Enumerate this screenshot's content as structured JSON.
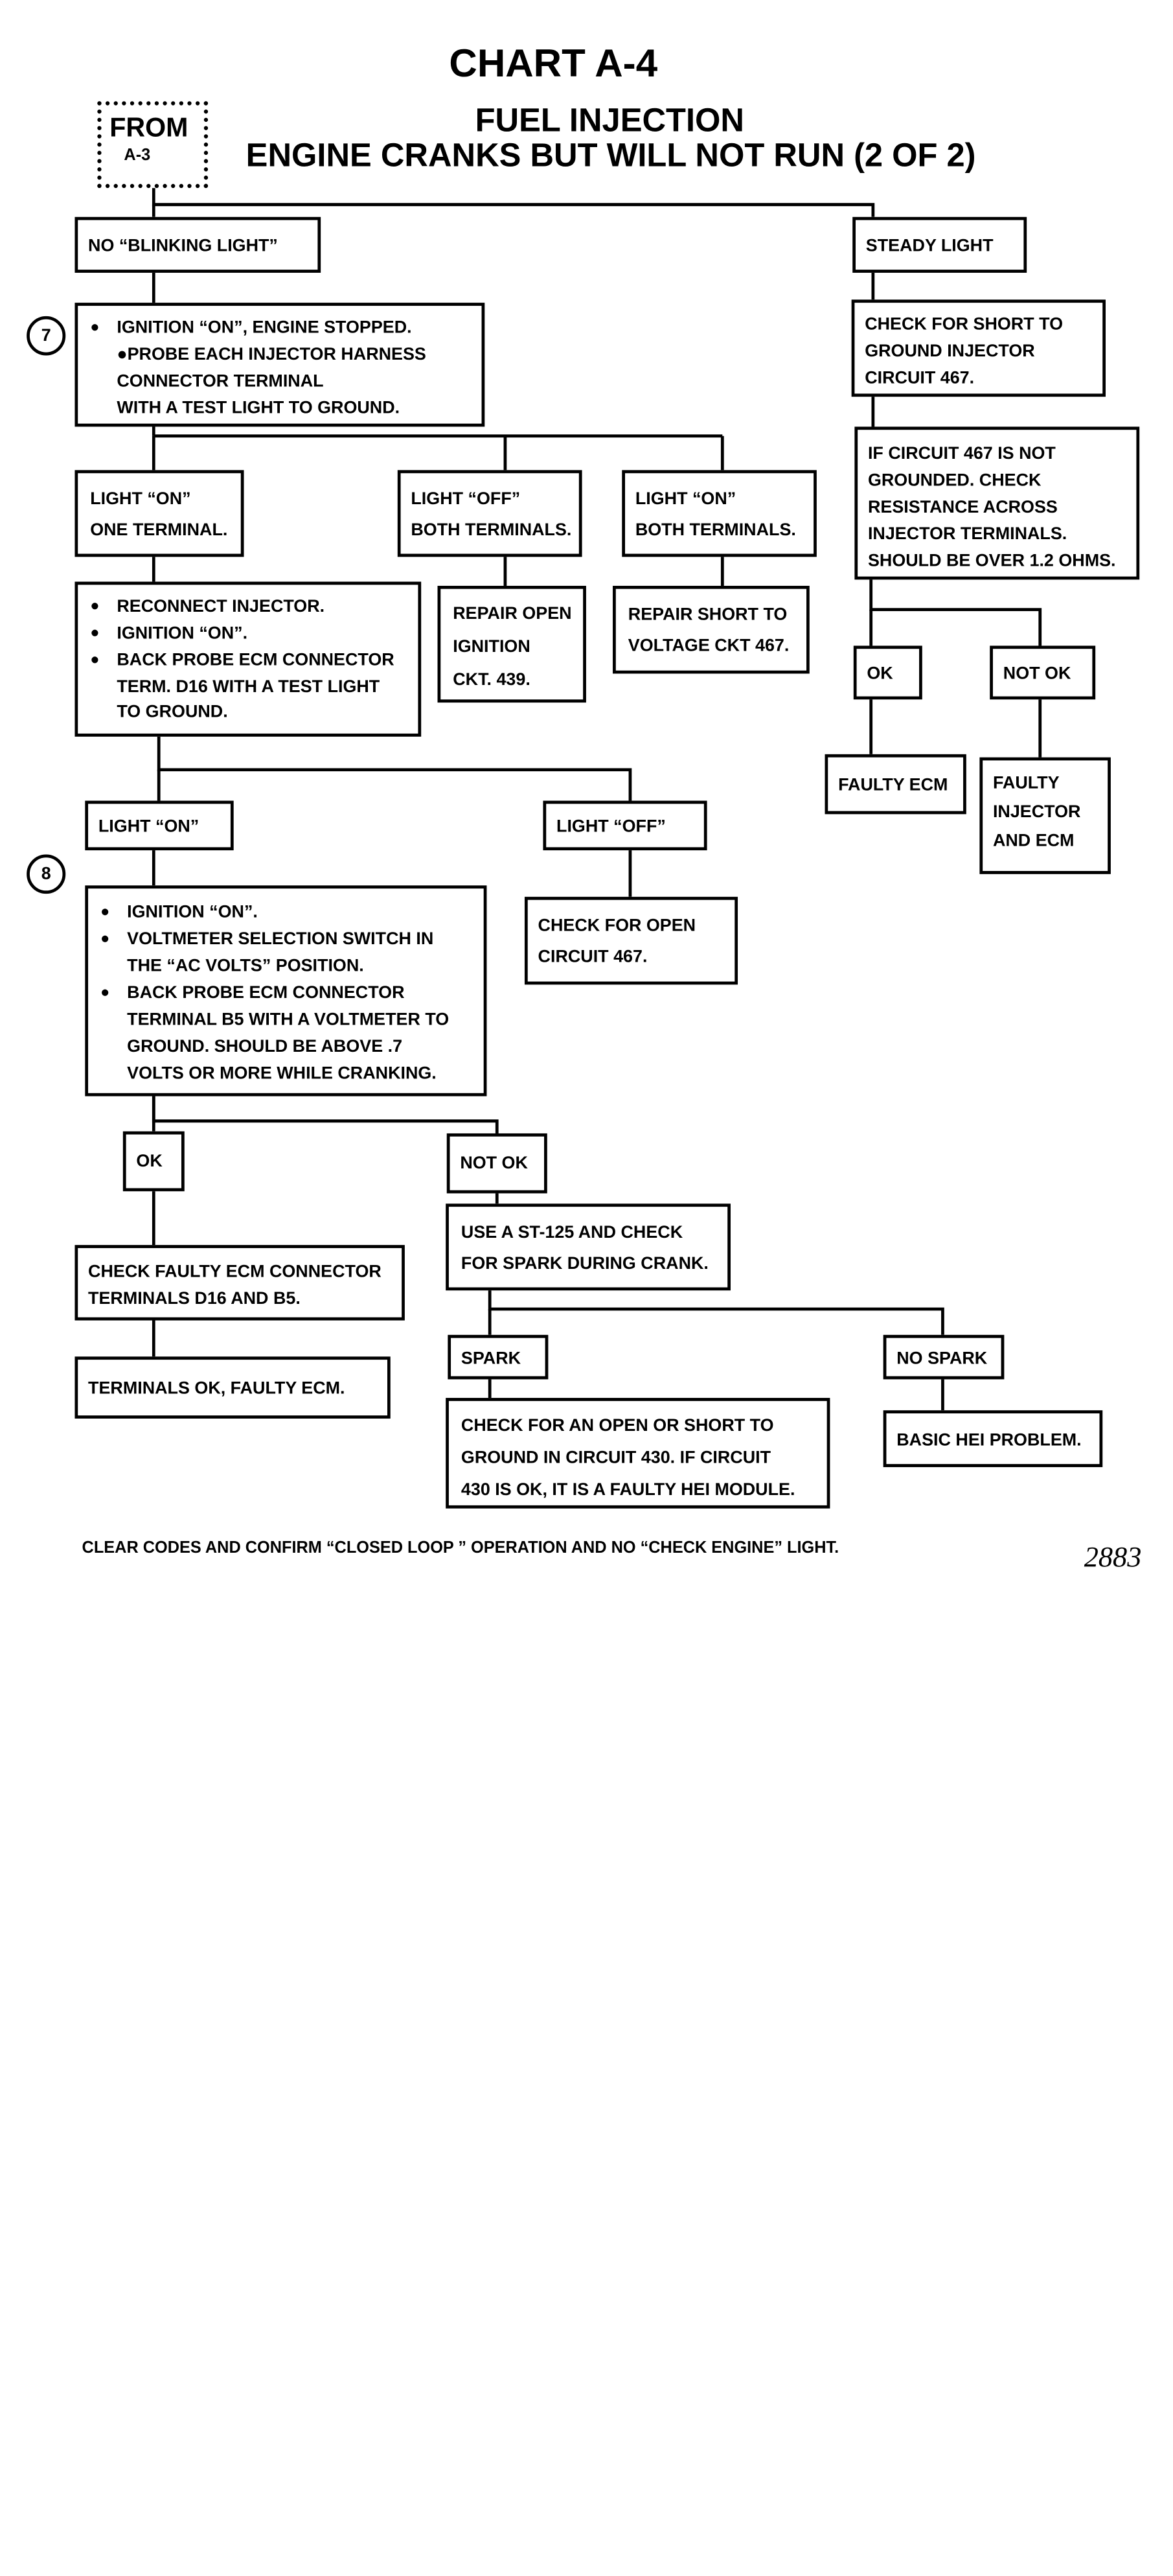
{
  "header": {
    "chart_title": "CHART A-4",
    "title_line1": "FUEL INJECTION",
    "title_line2": "ENGINE CRANKS BUT WILL NOT RUN (2 OF 2)"
  },
  "from_box": {
    "label": "FROM",
    "ref": "A-3"
  },
  "step_markers": {
    "step7": "7",
    "step8": "8"
  },
  "boxes": {
    "no_blinking": "NO “BLINKING LIGHT”",
    "steady_light": "STEADY LIGHT",
    "step7": [
      "IGNITION “ON”, ENGINE STOPPED.",
      "●PROBE EACH  INJECTOR HARNESS",
      "CONNECTOR TERMINAL",
      "WITH A TEST LIGHT TO GROUND."
    ],
    "check_short_ground": [
      "CHECK FOR SHORT TO",
      "GROUND INJECTOR",
      "CIRCUIT 467."
    ],
    "if_circuit_467": [
      "IF CIRCUIT 467 IS NOT",
      "GROUNDED.  CHECK",
      "RESISTANCE  ACROSS",
      "INJECTOR TERMINALS.",
      "SHOULD BE OVER 1.2 OHMS."
    ],
    "light_on_one": [
      "LIGHT “ON”",
      "ONE TERMINAL."
    ],
    "light_off_both": [
      "LIGHT “OFF”",
      "BOTH TERMINALS."
    ],
    "light_on_both": [
      "LIGHT “ON”",
      "BOTH TERMINALS."
    ],
    "reconnect": [
      "RECONNECT INJECTOR.",
      "IGNITION “ON”.",
      "BACK PROBE ECM CONNECTOR",
      "TERM. D16  WITH A TEST LIGHT",
      "TO GROUND."
    ],
    "repair_open": [
      "REPAIR OPEN",
      "IGNITION",
      "CKT. 439."
    ],
    "repair_short": [
      "REPAIR SHORT TO",
      "VOLTAGE CKT 467."
    ],
    "ok_right": "OK",
    "not_ok_right": "NOT OK",
    "faulty_ecm_right": "FAULTY ECM",
    "faulty_injector": [
      "FAULTY",
      "INJECTOR",
      "AND ECM"
    ],
    "light_on": "LIGHT “ON”",
    "light_off": "LIGHT “OFF”",
    "step8": [
      "IGNITION “ON”.",
      "VOLTMETER SELECTION SWITCH IN",
      "THE “AC VOLTS” POSITION.",
      "BACK PROBE ECM CONNECTOR",
      "TERMINAL B5  WITH A VOLTMETER TO",
      "GROUND.  SHOULD BE ABOVE .7",
      "VOLTS OR MORE WHILE CRANKING."
    ],
    "check_open_467": [
      "CHECK FOR OPEN",
      "CIRCUIT 467."
    ],
    "ok_left": "OK",
    "not_ok_left": "NOT OK",
    "check_faulty_terminals": [
      "CHECK FAULTY ECM CONNECTOR",
      "TERMINALS D16 AND B5."
    ],
    "use_st125": [
      "USE A ST-125 AND CHECK",
      "FOR SPARK DURING CRANK."
    ],
    "terminals_ok": "TERMINALS OK, FAULTY ECM.",
    "spark": "SPARK",
    "no_spark": "NO SPARK",
    "check_open_short_430": [
      "CHECK FOR AN OPEN OR SHORT TO",
      "GROUND IN CIRCUIT 430. IF CIRCUIT",
      "430 IS OK, IT IS A FAULTY HEI MODULE."
    ],
    "basic_hei": "BASIC HEI PROBLEM."
  },
  "footer": {
    "note": "CLEAR CODES AND CONFIRM “CLOSED LOOP ” OPERATION AND NO “CHECK ENGINE” LIGHT.",
    "page_number": "2883"
  }
}
